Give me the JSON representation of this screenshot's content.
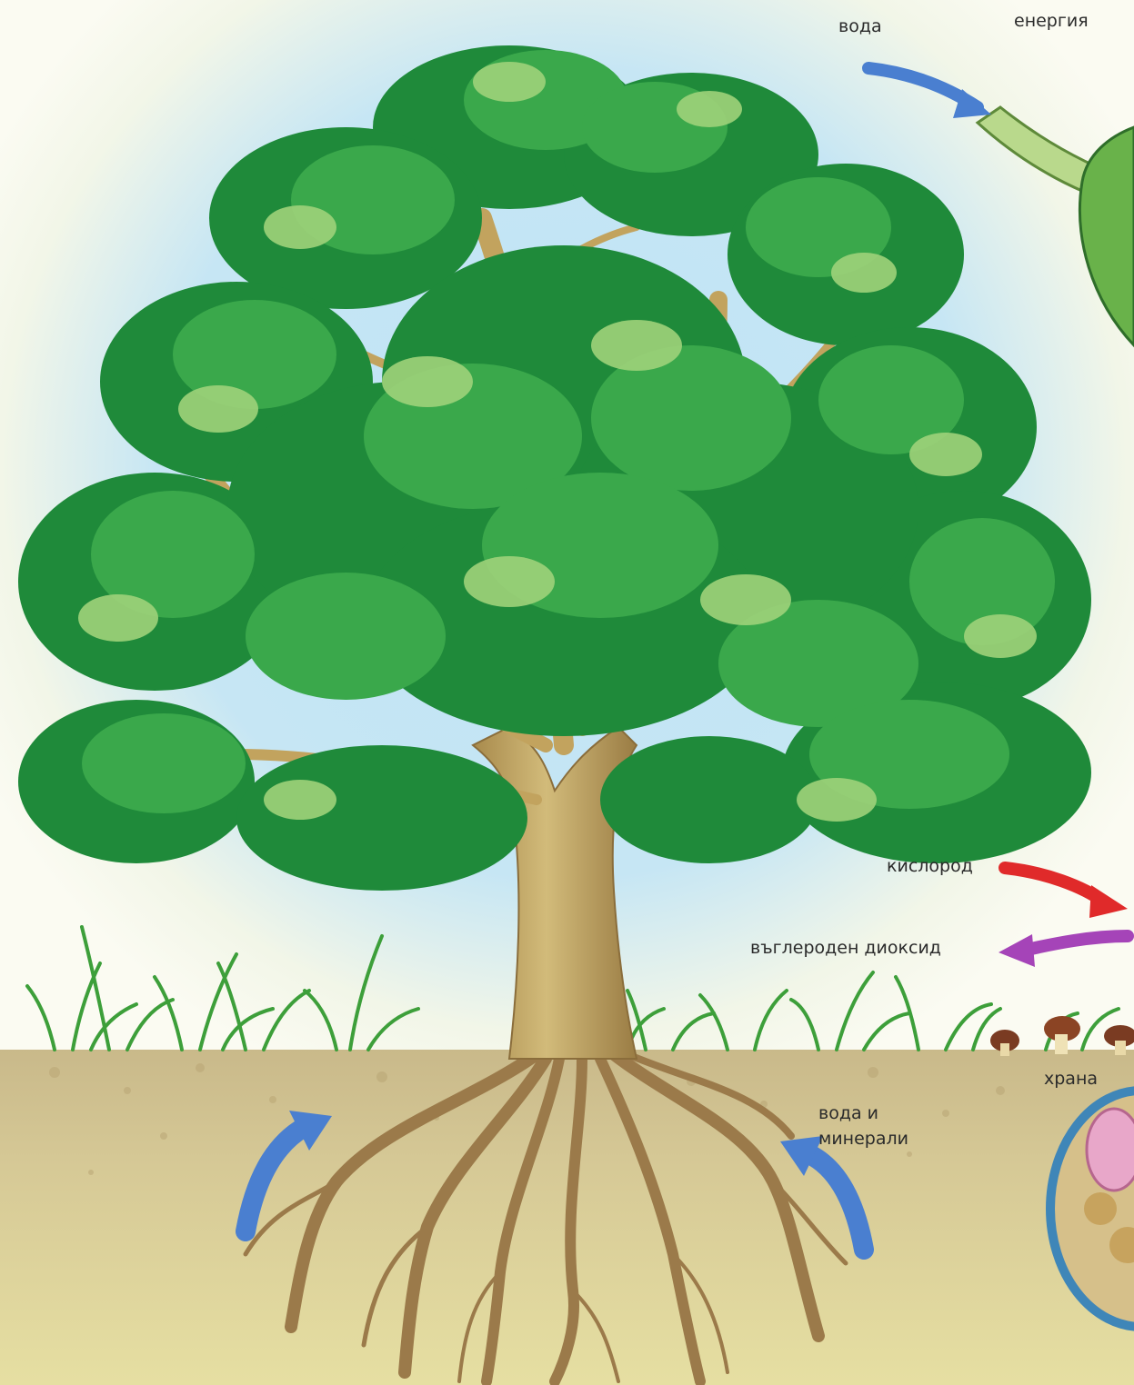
{
  "labels": {
    "water_top": "вода",
    "energy": "енергия",
    "oxygen": "кислород",
    "carbon_dioxide": "въглероден диоксид",
    "food": "храна",
    "water_minerals_line1": "вода и",
    "water_minerals_line2": "минерали"
  },
  "colors": {
    "sky": "#bfe3f6",
    "ground": "#e6dfa2",
    "soil": "#cfc08c",
    "grass": "#3d9f3a",
    "foliage_dark": "#1f8a3a",
    "foliage_mid": "#3aa84b",
    "foliage_light": "#9fd27a",
    "trunk": "#c8ad6a",
    "root": "#9b7a4a",
    "arrow_water": "#4a7fd0",
    "arrow_oxygen": "#e02a2a",
    "arrow_co2": "#a544b8"
  },
  "icons": [
    "tree-illustration",
    "leaf-icon",
    "mushroom-icon",
    "soil-cell-icon"
  ]
}
